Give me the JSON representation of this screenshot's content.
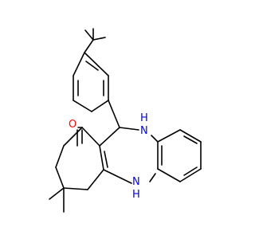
{
  "molecule": {
    "atoms": {
      "ketone_oxygen": "O",
      "nh_upper": "H",
      "nh_upper_n": "N",
      "nh_lower": "N",
      "nh_lower_h": "H"
    },
    "colors": {
      "bond": "#000000",
      "oxygen": "#ff0000",
      "nitrogen": "#0000ff",
      "background": "#ffffff"
    }
  }
}
